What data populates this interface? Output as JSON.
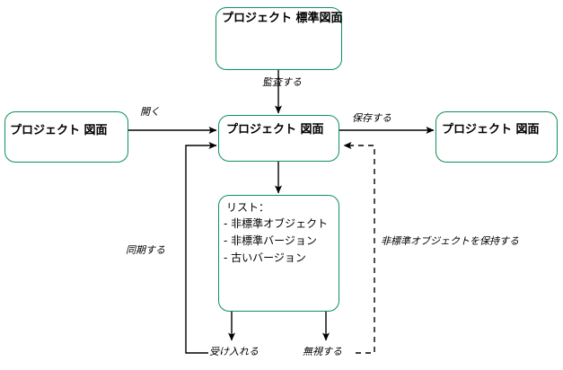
{
  "diagram": {
    "type": "flow-diagram",
    "accent_color": "#0a9257",
    "text_color": "#000000",
    "background_color": "#ffffff",
    "nodes": [
      {
        "id": "standard-drawing",
        "label": "プロジェクト 標準図面"
      },
      {
        "id": "source-drawing",
        "label": "プロジェクト 図面"
      },
      {
        "id": "working-drawing",
        "label": "プロジェクト 図面"
      },
      {
        "id": "saved-drawing",
        "label": "プロジェクト 図面"
      }
    ],
    "list_box": {
      "title": "リスト：",
      "items": [
        "- 非標準オブジェクト",
        "- 非標準バージョン",
        "- 古いバージョン"
      ]
    },
    "edges": [
      {
        "id": "audit",
        "label": "監査する",
        "style": "solid"
      },
      {
        "id": "open",
        "label": "開く",
        "style": "solid"
      },
      {
        "id": "save",
        "label": "保存する",
        "style": "solid"
      },
      {
        "id": "sync",
        "label": "同期する",
        "style": "solid"
      },
      {
        "id": "accept",
        "label": "受け入れる",
        "style": "solid"
      },
      {
        "id": "ignore",
        "label": "無視する",
        "style": "dashed"
      },
      {
        "id": "keep-nonstandard",
        "label": "非標準オブジェクトを保持する",
        "style": "dashed"
      }
    ]
  }
}
